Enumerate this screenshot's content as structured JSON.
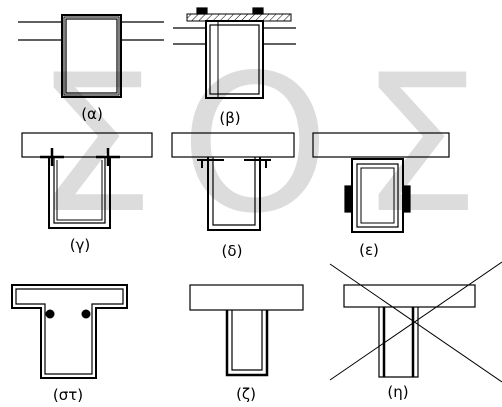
{
  "figure": {
    "background_color": "#ffffff",
    "watermark_color": "#dcdcdc",
    "watermark": [
      "Σ",
      "Ο",
      "Σ"
    ],
    "panels": [
      {
        "id": "a",
        "label": "(α)"
      },
      {
        "id": "b",
        "label": "(β)"
      },
      {
        "id": "c",
        "label": "(γ)"
      },
      {
        "id": "d",
        "label": "(δ)"
      },
      {
        "id": "e",
        "label": "(ε)"
      },
      {
        "id": "f",
        "label": "(στ)"
      },
      {
        "id": "g",
        "label": "(ζ)"
      },
      {
        "id": "h",
        "label": "(η)"
      }
    ]
  }
}
